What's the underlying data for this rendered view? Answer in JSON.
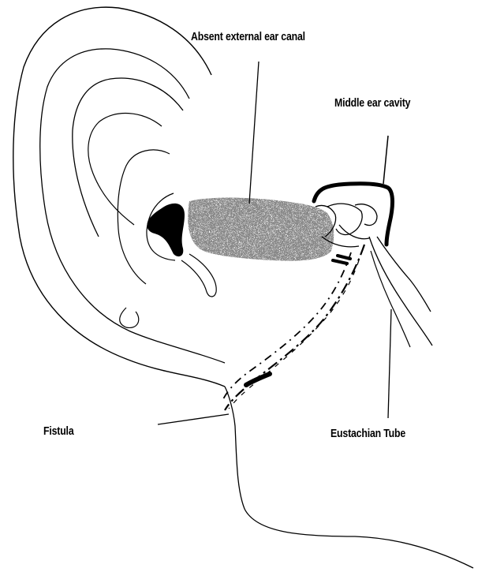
{
  "labels": {
    "absent_canal": "Absent external ear canal",
    "middle_ear": "Middle ear cavity",
    "fistula": "Fistula",
    "eustachian": "Eustachian Tube"
  },
  "colors": {
    "line": "#000000",
    "canal_stipple": "#8a8a8a",
    "background": "#ffffff"
  }
}
